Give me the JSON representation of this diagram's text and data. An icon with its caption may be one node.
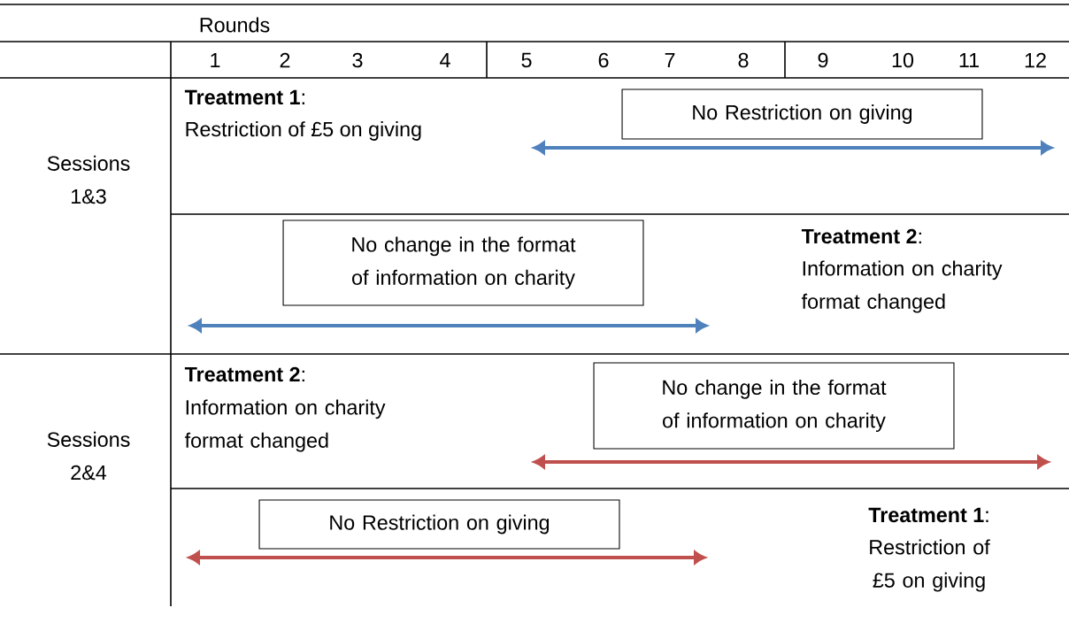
{
  "diagram": {
    "nodes": [
      {
        "text": [
          "No Restriction on giving"
        ]
      },
      {
        "text": [
          "No change in the format of information on charity"
        ]
      },
      {
        "text": [
          "No change in the format of information on charity"
        ]
      },
      {
        "text": [
          "No Restriction on giving"
        ]
      }
    ],
    "labels": [
      "Rounds",
      "1",
      "2",
      "3",
      "4",
      "5",
      "6",
      "7",
      "8",
      "9",
      "10",
      "11",
      "12",
      "Sessions 1&3",
      "**Treatment 1**:",
      "Restriction of £5 on giving",
      "**Treatment 2**:",
      "Information on charity format changed",
      "Sessions 2&4",
      "**Treatment 2**:",
      "Information on charity format changed",
      "**Treatment 1**:",
      "Restriction of £5 on giving"
    ]
  }
}
